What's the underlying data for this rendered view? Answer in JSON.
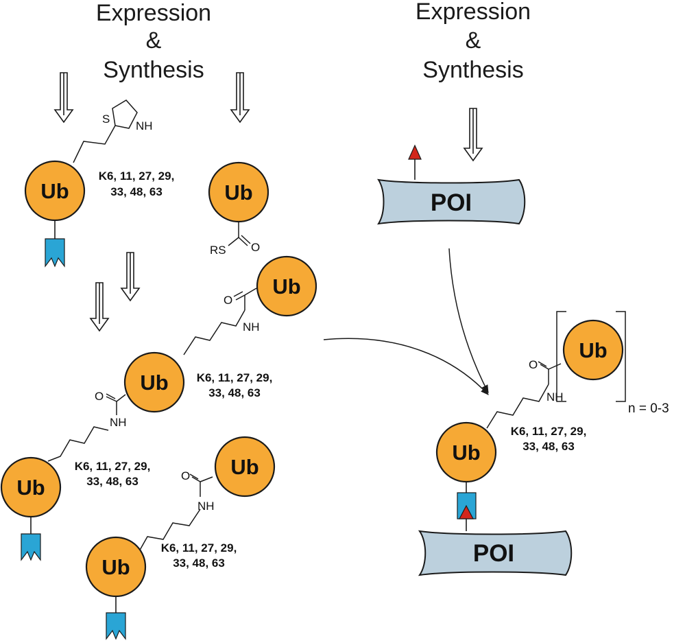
{
  "colors": {
    "ubiquitin": "#F6A935",
    "poi": "#BCD0DD",
    "tag": "#2AA5D5",
    "warhead": "#D2261C",
    "line": "#1a1a1a"
  },
  "headings": {
    "left": [
      "Expression",
      "&",
      "Synthesis"
    ],
    "right": [
      "Expression",
      "&",
      "Synthesis"
    ]
  },
  "ubiquitin_label": "Ub",
  "poi_label": "POI",
  "lysine_sites": [
    "K6, 11, 27, 29,",
    "33, 48, 63"
  ],
  "atoms": {
    "sulfur": "S",
    "amine": "NH",
    "oxygen": "O",
    "thioester": "RS"
  },
  "repeat_label": "n = 0-3",
  "icons": [
    "down-double-arrow-icon",
    "curved-arrow-icon",
    "thiazolidine-icon",
    "affinity-tag-icon",
    "warhead-triangle-icon"
  ]
}
